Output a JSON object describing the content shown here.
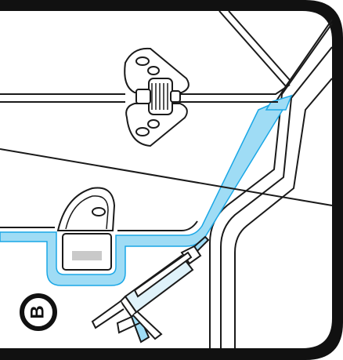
{
  "step": {
    "label": "B"
  },
  "colors": {
    "frame": "#111111",
    "sealant": "#9fdcf5",
    "sealant_stroke": "#1aa7e6",
    "panel": "#ffffff",
    "line": "#1a1a1a",
    "label_fill": "#c9c9c9"
  },
  "illustration": {
    "parts": [
      "door-panel",
      "top-mounting-clip",
      "bottom-mounting-clip",
      "sealant-bead",
      "caulking-gun",
      "guide-wire"
    ]
  }
}
